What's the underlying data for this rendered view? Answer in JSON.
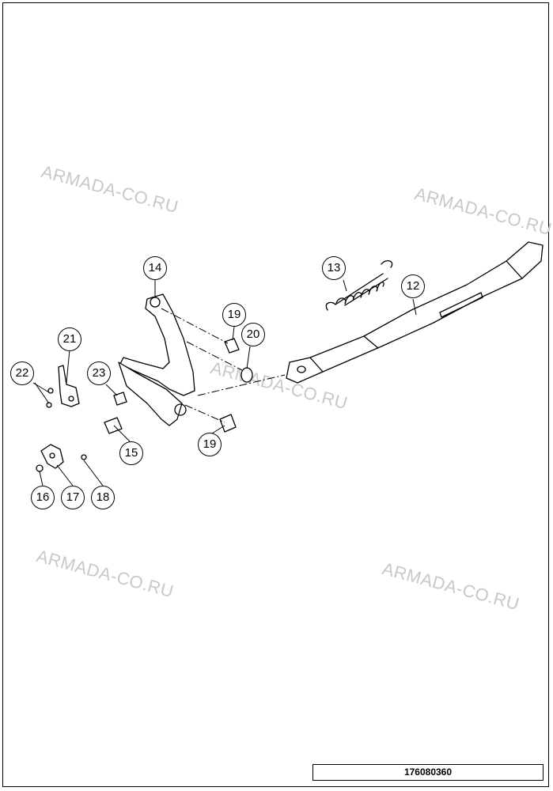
{
  "watermark": "ARMADA-CO.RU",
  "callouts": {
    "c12": "12",
    "c13": "13",
    "c14": "14",
    "c15": "15",
    "c16": "16",
    "c17": "17",
    "c18": "18",
    "c19a": "19",
    "c19b": "19",
    "c20": "20",
    "c21": "21",
    "c22": "22",
    "c23": "23"
  },
  "drawing_number": "176080360"
}
